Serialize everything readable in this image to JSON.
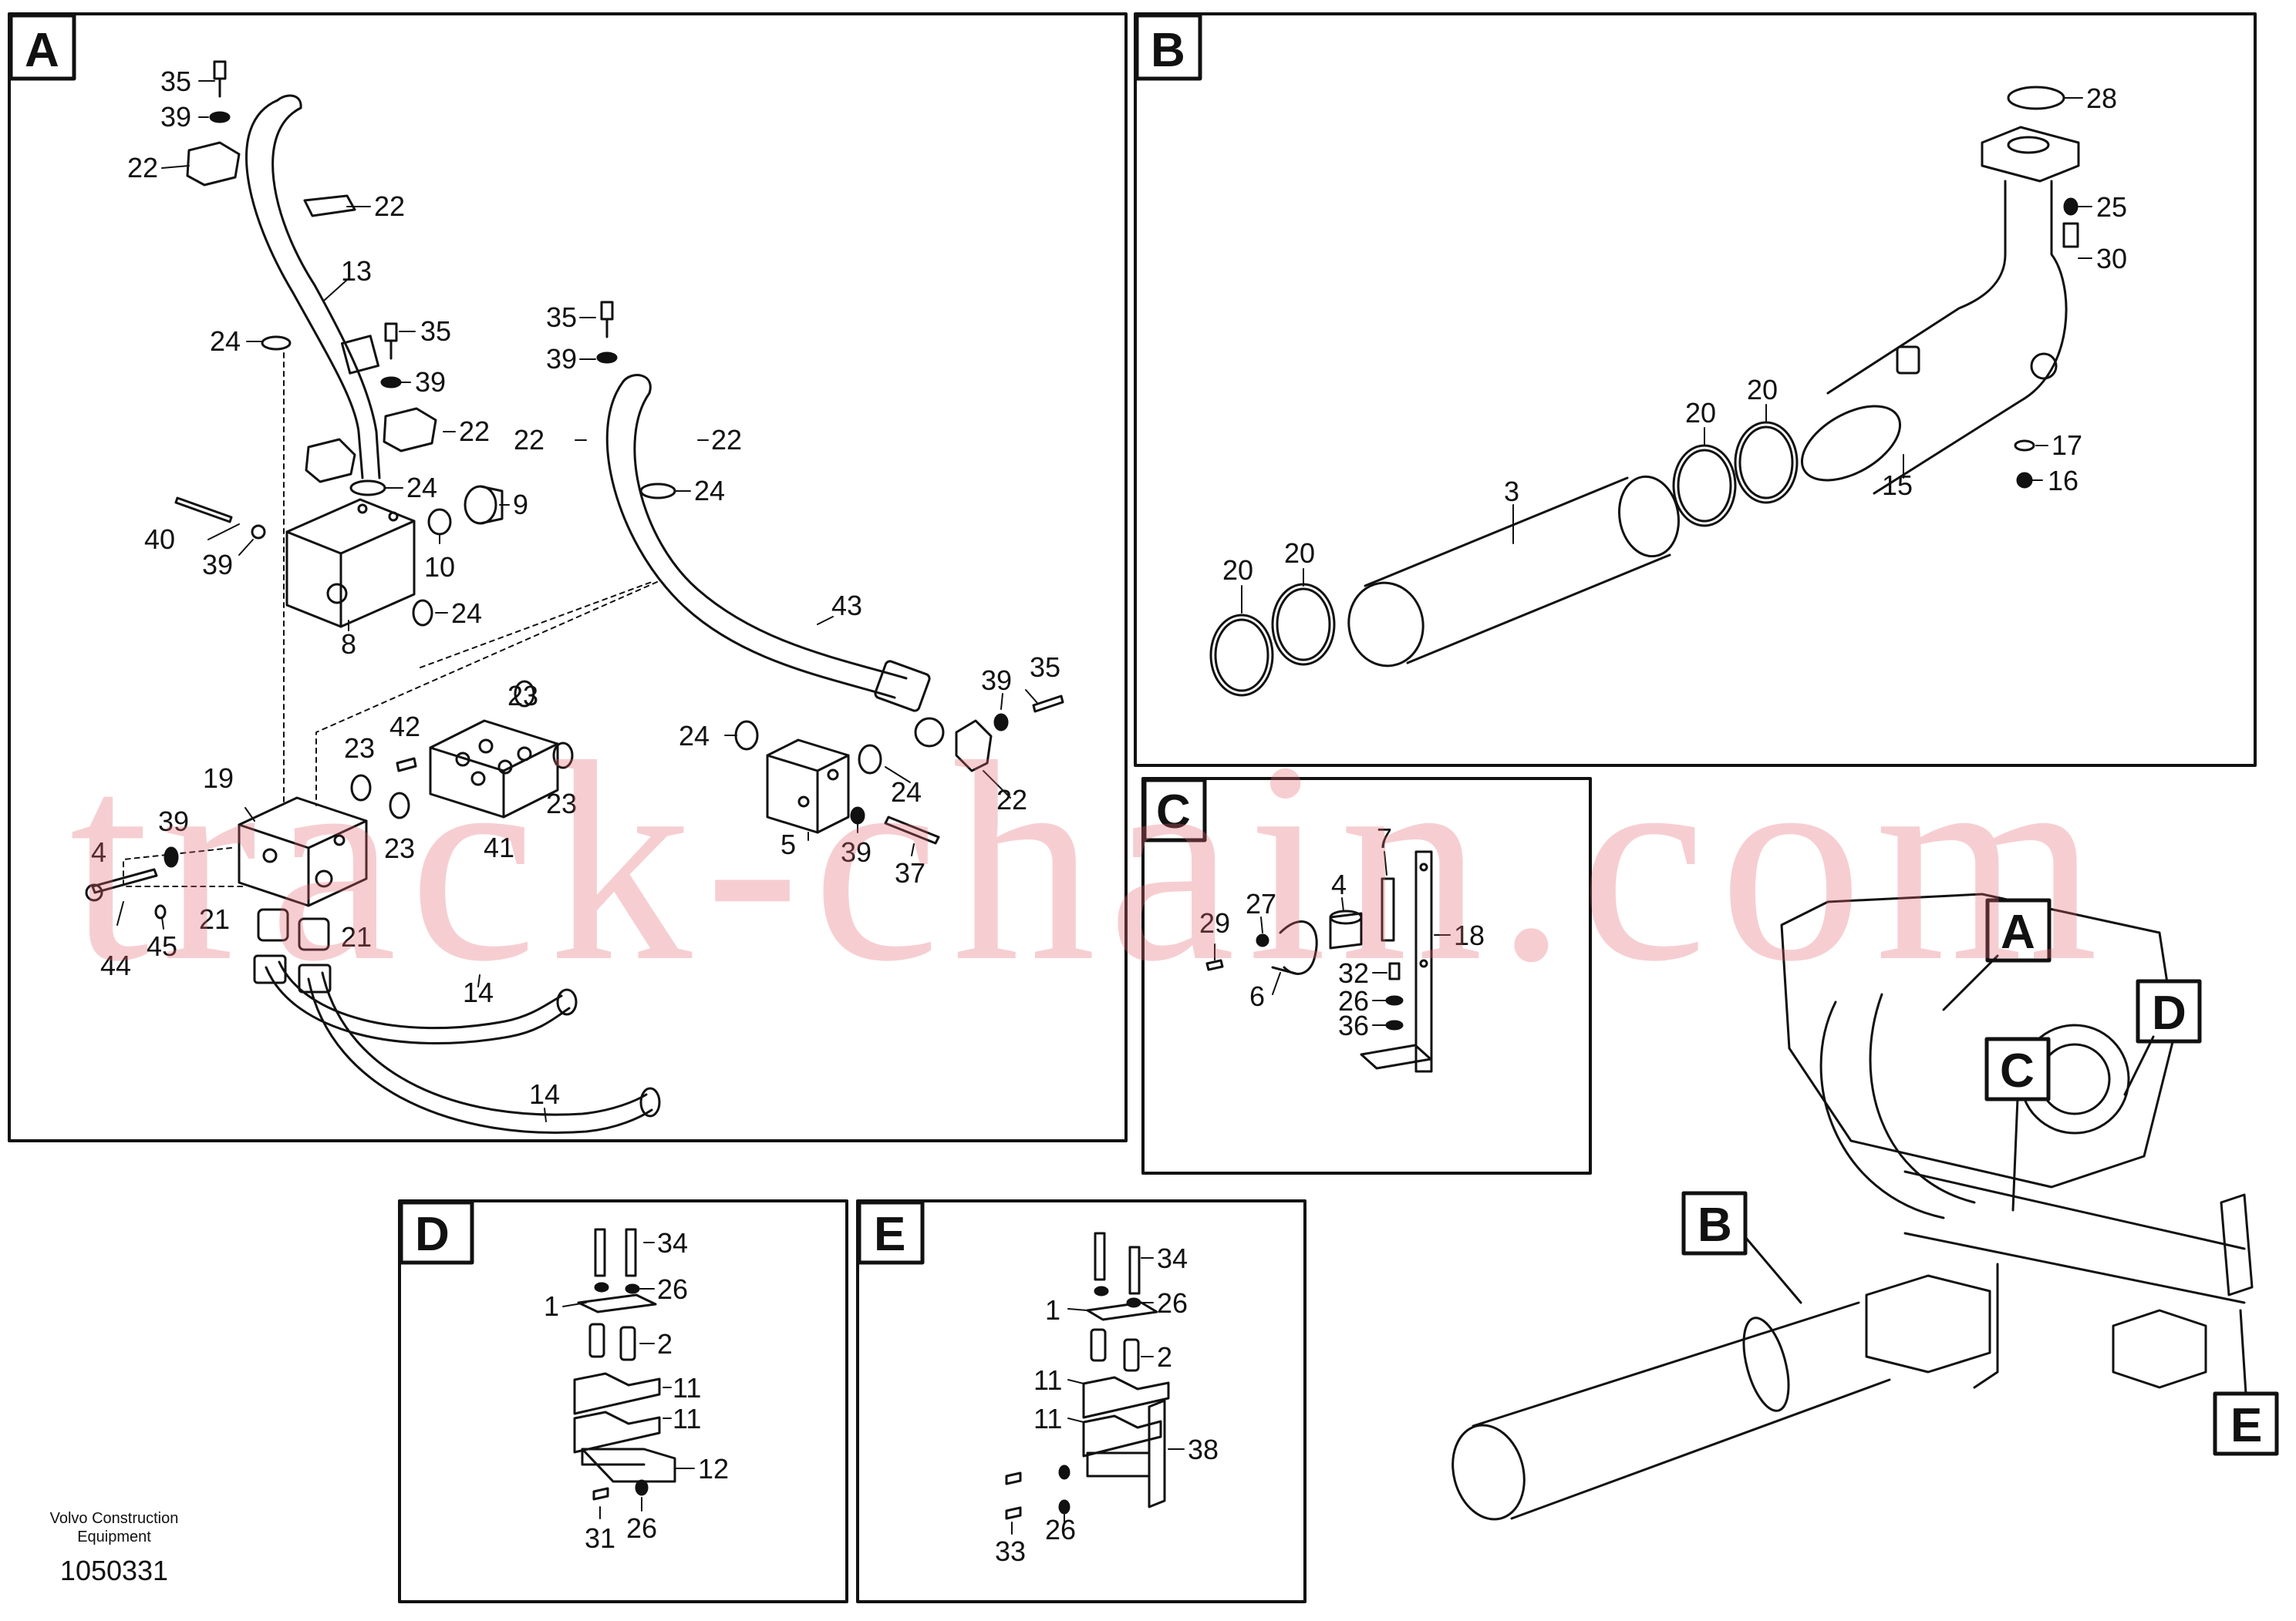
{
  "diagram": {
    "panels": {
      "A": {
        "label": "A",
        "callouts": [
          "35",
          "39",
          "22",
          "22",
          "13",
          "24",
          "35",
          "39",
          "22",
          "24",
          "9",
          "40",
          "39",
          "10",
          "8",
          "24",
          "35",
          "39",
          "22",
          "22",
          "24",
          "43",
          "39",
          "35",
          "23",
          "23",
          "42",
          "23",
          "23",
          "24",
          "19",
          "39",
          "4",
          "41",
          "24",
          "22",
          "5",
          "39",
          "37",
          "21",
          "21",
          "44",
          "45",
          "14",
          "14"
        ]
      },
      "B": {
        "label": "B",
        "callouts": [
          "28",
          "25",
          "30",
          "20",
          "20",
          "3",
          "15",
          "17",
          "16",
          "20",
          "20"
        ]
      },
      "C": {
        "label": "C",
        "callouts": [
          "7",
          "4",
          "27",
          "18",
          "29",
          "32",
          "6",
          "26",
          "36"
        ]
      },
      "D": {
        "label": "D",
        "callouts": [
          "34",
          "1",
          "26",
          "2",
          "11",
          "11",
          "12",
          "31",
          "26"
        ]
      },
      "E": {
        "label": "E",
        "callouts": [
          "34",
          "1",
          "26",
          "11",
          "2",
          "11",
          "38",
          "33",
          "26"
        ]
      }
    },
    "overview_labels": [
      "A",
      "D",
      "C",
      "B",
      "E"
    ]
  },
  "footer": {
    "company_line1": "Volvo Construction",
    "company_line2": "Equipment",
    "document_number": "1050331"
  },
  "watermark": {
    "text": "track-chain.com"
  }
}
